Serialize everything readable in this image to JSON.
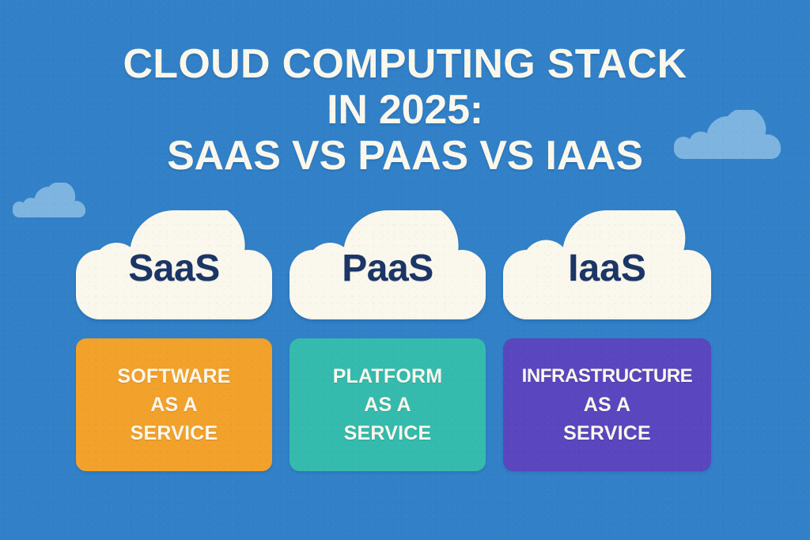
{
  "theme": {
    "background": "#3281c8",
    "cloud_fill": "#faf7ec",
    "cloud_text": "#1b3566",
    "deco_cloud_fill": "#7eb4e0",
    "card_text": "#faf7ec",
    "title_color": "#faf7ec"
  },
  "title": {
    "line1": "CLOUD COMPUTING STACK",
    "line2": "IN 2025:",
    "line3": "SAAS VS PAAS VS IAAS"
  },
  "columns": [
    {
      "id": "saas",
      "cloud_label": "SaaS",
      "card_color": "#f2a12b",
      "card_lines": [
        "SOFTWARE",
        "AS A",
        "SERVICE"
      ]
    },
    {
      "id": "paas",
      "cloud_label": "PaaS",
      "card_color": "#35bbae",
      "card_lines": [
        "PLATFORM",
        "AS A",
        "SERVICE"
      ]
    },
    {
      "id": "iaas",
      "cloud_label": "IaaS",
      "card_color": "#5a46be",
      "card_lines": [
        "INFRASTRUCTURE",
        "AS A",
        "SERVICE"
      ]
    }
  ],
  "decorations": {
    "cloud_right": "decorative-cloud",
    "cloud_left": "decorative-cloud"
  }
}
